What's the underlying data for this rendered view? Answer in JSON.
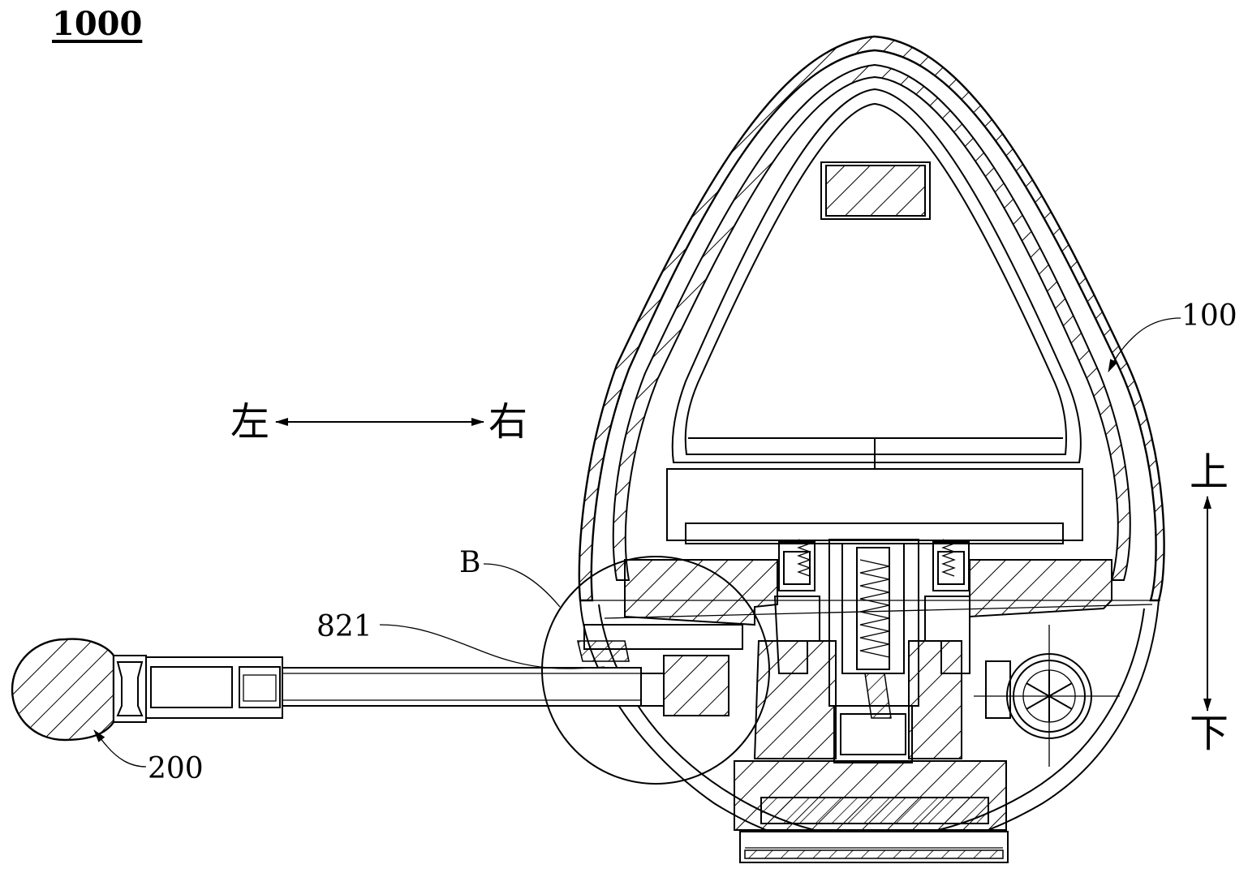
{
  "figure": {
    "number": "1000"
  },
  "labels": {
    "main_body": "100",
    "handle": "200",
    "tube": "821",
    "detail": "B"
  },
  "directions": {
    "left": "左",
    "right": "右",
    "up": "上",
    "down": "下"
  }
}
